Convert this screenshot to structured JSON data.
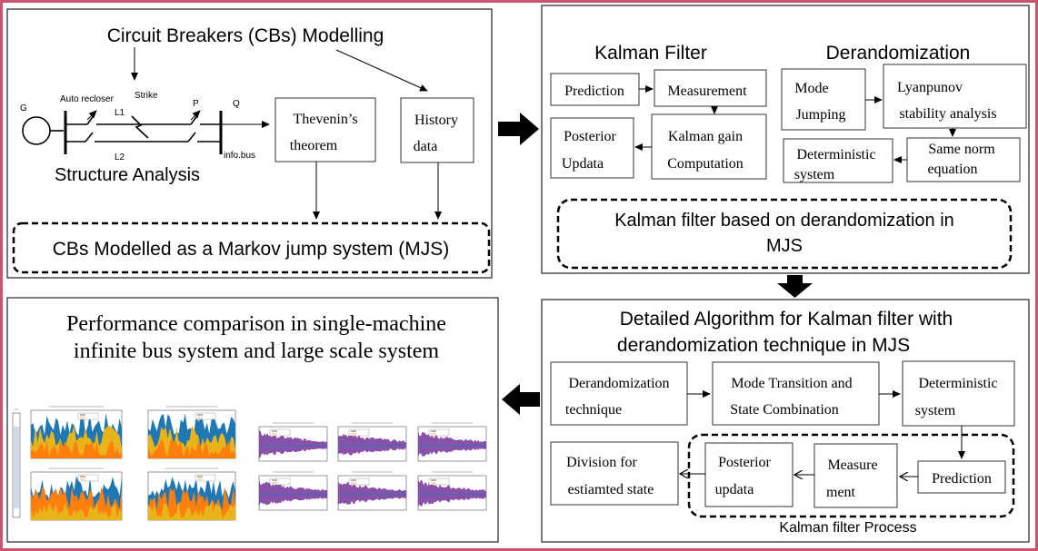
{
  "colors": {
    "outer_border": "#c8546e",
    "plot_blue": "#1f77b4",
    "plot_orange": "#ff7f0e",
    "plot_yellow": "#e8b41a",
    "plot_purple": "#7b3fa0"
  },
  "top_left": {
    "title": "Circuit Breakers (CBs) Modelling",
    "subtitle": "Structure Analysis",
    "circuit_labels": {
      "g": "G",
      "auto_recloser": "Auto recloser",
      "strike": "Strike",
      "l1": "L1",
      "l2": "L2",
      "p": "P",
      "q": "Q",
      "info_bus": "info.bus"
    },
    "thevenin_line1": "Thevenin’s",
    "thevenin_line2": "theorem",
    "history_line1": "History",
    "history_line2": "data",
    "result": "CBs Modelled as a Markov jump system (MJS)"
  },
  "top_right": {
    "kalman_title": "Kalman Filter",
    "derand_title": "Derandomization",
    "prediction": "Prediction",
    "measurement": "Measurement",
    "posterior_line1": "Posterior",
    "posterior_line2": "Updata",
    "gain_line1": "Kalman gain",
    "gain_line2": "Computation",
    "mode_line1": "Mode",
    "mode_line2": "Jumping",
    "lyap_line1": "Lyanpunov",
    "lyap_line2": "stability analysis",
    "deter_line1": "Deterministic",
    "deter_line2": "system",
    "norm_line1": "Same norm",
    "norm_line2": "equation",
    "result_line1": "Kalman filter based on derandomization in",
    "result_line2": "MJS"
  },
  "bottom_right": {
    "title_line1": "Detailed Algorithm for Kalman filter with",
    "title_line2": "derandomization technique in MJS",
    "derand_line1": "Derandomization",
    "derand_line2": "technique",
    "mode_line1": "Mode Transition and",
    "mode_line2": "State Combination",
    "deter_line1": "Deterministic",
    "deter_line2": "system",
    "prediction": "Prediction",
    "measure_line1": "Measure",
    "measure_line2": "ment",
    "posterior_line1": "Posterior",
    "posterior_line2": "updata",
    "division_line1": "Division for",
    "division_line2": "estiamted state",
    "process_label": "Kalman filter Process"
  },
  "bottom_left": {
    "title_line1": "Performance comparison in  single-machine",
    "title_line2": "infinite bus system and large scale system"
  }
}
